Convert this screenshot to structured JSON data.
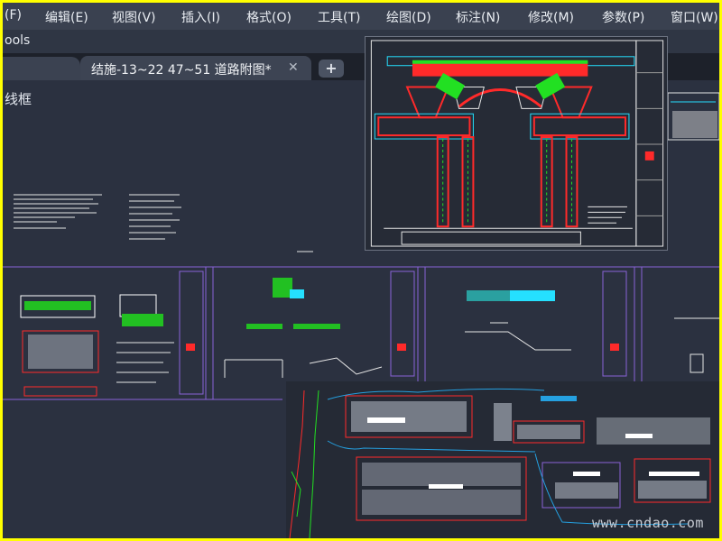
{
  "menu": {
    "items": [
      "(F)",
      "编辑(E)",
      "视图(V)",
      "插入(I)",
      "格式(O)",
      "工具(T)",
      "绘图(D)",
      "标注(N)",
      "修改(M)",
      "参数(P)",
      "窗口(W)"
    ]
  },
  "toolbar": {
    "tools_label": "ools"
  },
  "tabs": {
    "active_label": "结施-13~22 47~51 道路附图*",
    "close_symbol": "✕",
    "add_symbol": "+"
  },
  "canvas": {
    "wire_label": "线框"
  },
  "watermark": "www.cndao.com",
  "colors": {
    "border": "#ffff00",
    "background": "#2b3140",
    "red": "#ff2a2a",
    "green": "#22e022",
    "cyan": "#25e0ff",
    "white": "#ffffff"
  }
}
